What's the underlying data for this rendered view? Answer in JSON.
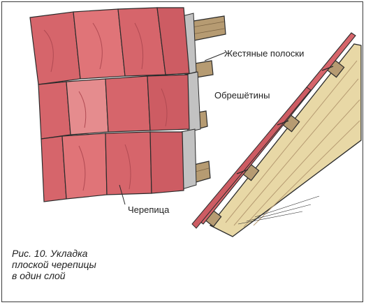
{
  "labels": {
    "tin_strips": "Жестяные полоски",
    "battens": "Обрешётины",
    "tiles": "Черепица"
  },
  "caption": {
    "line1": "Рис. 10. Укладка",
    "line2": "плоской черепицы",
    "line3": "в один слой"
  },
  "colors": {
    "tile_fill": "#d6656b",
    "tile_light": "#e58c8e",
    "tile_dark": "#b04a52",
    "batten_wood": "#b69b72",
    "rafter_wood": "#e8d8a6",
    "ink": "#2b2b2b",
    "strip": "#c2c2c2"
  }
}
